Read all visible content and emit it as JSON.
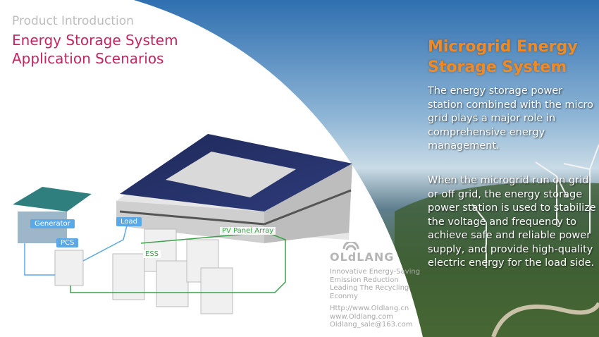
{
  "header": {
    "subtitle": "Product Introduction",
    "title_line1": "Energy Storage System",
    "title_line2": "Application Scenarios"
  },
  "panel": {
    "title_line1": "Microgrid Energy",
    "title_line2": "Storage System",
    "paragraph1": "The energy storage power station combined with the micro grid plays a major role in comprehensive energy management.",
    "paragraph2": "When the microgrid run on grid or off grid, the energy storage power station is used to stabilize the voltage and frequency to achieve safe and reliable power supply, and provide high-quality electric energy for the load side."
  },
  "diagram": {
    "labels": {
      "generator": "Generator",
      "load": "Load",
      "pcs": "PCS",
      "ess": "ESS",
      "pv": "PV Panel Array"
    }
  },
  "company": {
    "logo_text": "Oldlang",
    "slogan": [
      "Innovative Energy-Saving",
      "Emission Reduction",
      "Leading The Recycling",
      "Econmy"
    ],
    "contact": [
      "Http://www.Oldlang.cn",
      "www.Oldlang.com",
      "Oldlang_sale@163.com"
    ]
  },
  "colors": {
    "accent_title": "#c8235f",
    "accent_orange": "#f08a24",
    "label_blue": "#5aa9e6",
    "line_green": "#3aa24a"
  }
}
